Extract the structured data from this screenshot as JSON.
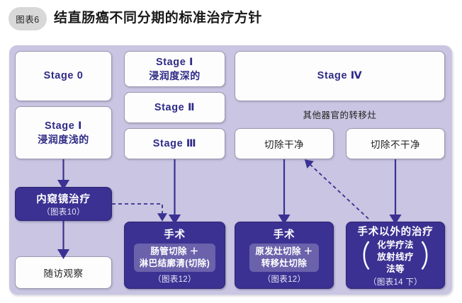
{
  "header": {
    "badge": "图表6",
    "title": "结直肠癌不同分期的标准治疗方针"
  },
  "stages": {
    "stage0": "Stage 0",
    "stage1_shallow_line1": "Stage Ⅰ",
    "stage1_shallow_line2": "浸润度浅的",
    "stage1_deep_line1": "Stage Ⅰ",
    "stage1_deep_line2": "浸润度深的",
    "stage2": "Stage Ⅱ",
    "stage3": "Stage Ⅲ",
    "stage4": "Stage Ⅳ"
  },
  "metastasis": {
    "caption": "其他器官的转移灶",
    "resectable": "切除干净",
    "unresectable": "切除不干净"
  },
  "treatments": {
    "endoscopic": {
      "title": "内窥镜治疗",
      "note": "（图表10）"
    },
    "followup": {
      "label": "随访观察"
    },
    "surgery_primary": {
      "title": "手术",
      "detail": "肠管切除 ＋\n淋巴结廓清(切除)",
      "note": "（图表12）"
    },
    "surgery_metastasis": {
      "title": "手术",
      "detail": "原发灶切除 ＋\n转移灶切除",
      "note": "（图表12）"
    },
    "non_surgical": {
      "title": "手术以外的治疗",
      "paren_open": "（",
      "paren_close": "）",
      "detail": "化学疗法\n放射线疗法等",
      "note": "（图表14 下）"
    }
  },
  "colors": {
    "panel_bg": "#c9c5e2",
    "navy": "#3b3192",
    "chip": "#6a62ab",
    "stage_text": "#2f2b87",
    "arrow": "#3b3192",
    "badge_bg": "#d8d8d8"
  }
}
